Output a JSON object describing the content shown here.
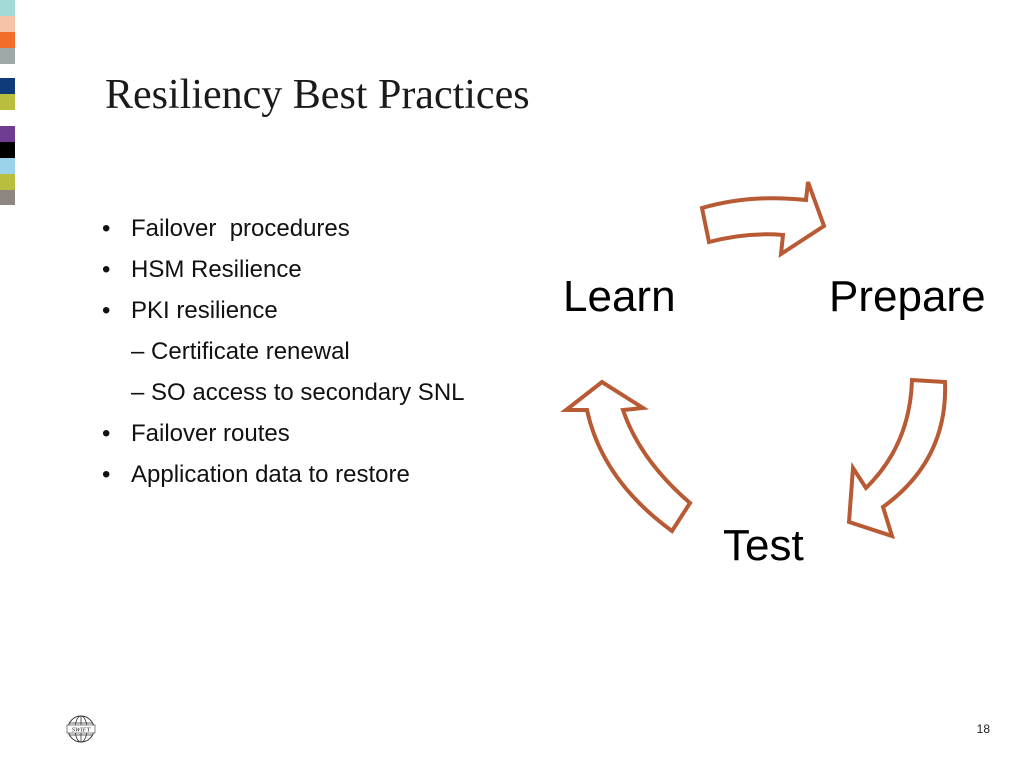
{
  "slide": {
    "title": "Resiliency Best Practices",
    "page_number": "18"
  },
  "bullets": [
    {
      "level": 1,
      "text": "Failover  procedures"
    },
    {
      "level": 1,
      "text": "HSM Resilience"
    },
    {
      "level": 1,
      "text": "PKI resilience"
    },
    {
      "level": 2,
      "text": "Certificate renewal"
    },
    {
      "level": 2,
      "text": "SO access to secondary SNL"
    },
    {
      "level": 1,
      "text": "Failover routes"
    },
    {
      "level": 1,
      "text": "Application data to restore"
    }
  ],
  "cycle": {
    "stages": [
      "Learn",
      "Prepare",
      "Test"
    ],
    "arrow_stroke_color": "#B85A33",
    "arrow_fill_color": "#FFFFFF"
  },
  "color_strip": [
    "#A3D9D6",
    "#F7C3A8",
    "#F26C2A",
    "#9EA9A9",
    "#FFFFFF",
    "#0F3C78",
    "#B9BE3F",
    "#FFFFFF",
    "#6E3D91",
    "#000000",
    "#9BD4EA",
    "#B9BE3F",
    "#8E8680"
  ],
  "logo": {
    "icon": "swift-globe-icon",
    "text": "SWIFT"
  }
}
